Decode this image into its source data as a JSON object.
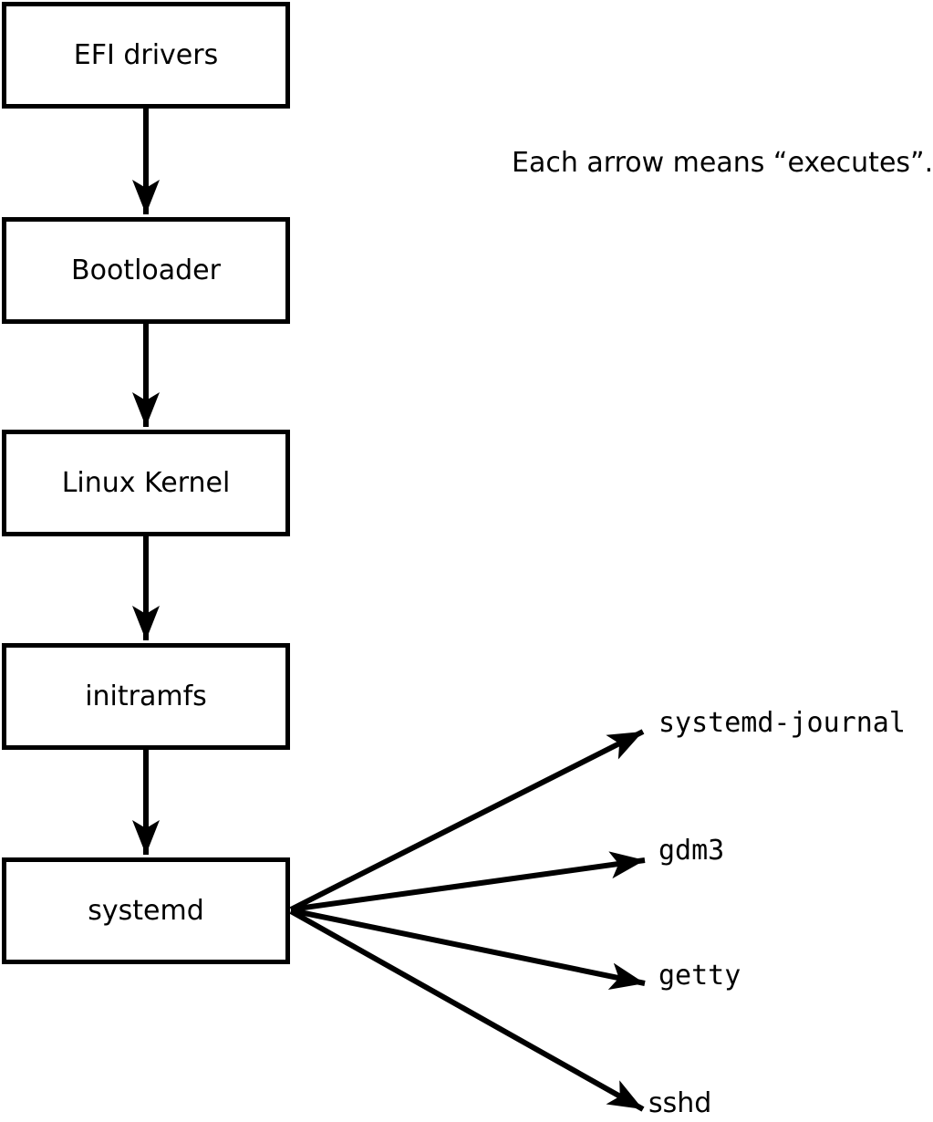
{
  "colors": {
    "foreground": "#000000",
    "background": "#ffffff"
  },
  "note": "Each arrow means “executes”.",
  "flow_boxes": [
    {
      "label": "EFI drivers"
    },
    {
      "label": "Bootloader"
    },
    {
      "label": "Linux Kernel"
    },
    {
      "label": "initramfs"
    },
    {
      "label": "systemd"
    }
  ],
  "spawned_processes": [
    {
      "label": "systemd-journal"
    },
    {
      "label": "gdm3"
    },
    {
      "label": "getty"
    },
    {
      "label": "sshd"
    }
  ]
}
